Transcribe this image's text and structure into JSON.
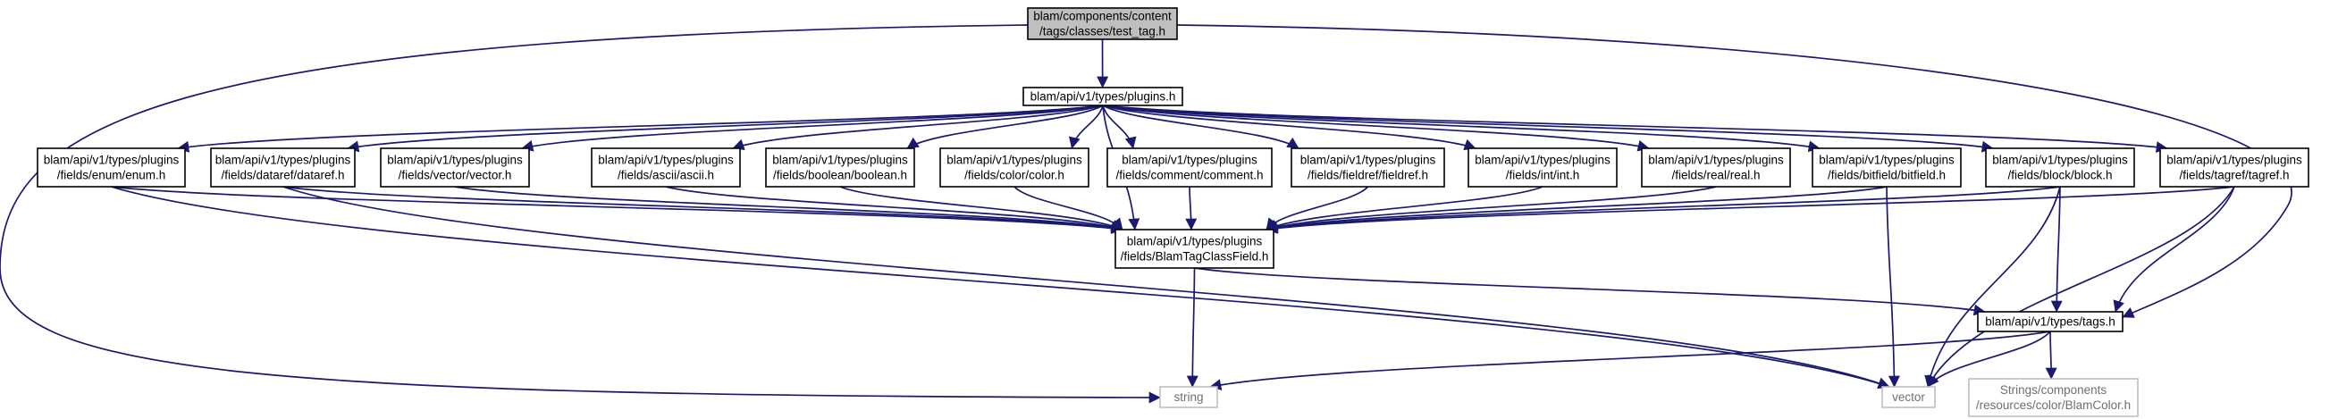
{
  "colors": {
    "edge": "#191970",
    "node_fill": "#ffffff",
    "node_border": "#000000",
    "root_fill": "#bfbfbf",
    "external_border": "#bfbfbf",
    "external_text": "#6f6f6f"
  },
  "nodes": [
    {
      "id": "test_tag",
      "kind": "root",
      "lines": [
        "blam/components/content",
        "/tags/classes/test_tag.h"
      ]
    },
    {
      "id": "plugins",
      "kind": "normal",
      "lines": [
        "blam/api/v1/types/plugins.h"
      ]
    },
    {
      "id": "enum",
      "kind": "normal",
      "lines": [
        "blam/api/v1/types/plugins",
        "/fields/enum/enum.h"
      ]
    },
    {
      "id": "dataref",
      "kind": "normal",
      "lines": [
        "blam/api/v1/types/plugins",
        "/fields/dataref/dataref.h"
      ]
    },
    {
      "id": "vector_h",
      "kind": "normal",
      "lines": [
        "blam/api/v1/types/plugins",
        "/fields/vector/vector.h"
      ]
    },
    {
      "id": "ascii",
      "kind": "normal",
      "lines": [
        "blam/api/v1/types/plugins",
        "/fields/ascii/ascii.h"
      ]
    },
    {
      "id": "boolean",
      "kind": "normal",
      "lines": [
        "blam/api/v1/types/plugins",
        "/fields/boolean/boolean.h"
      ]
    },
    {
      "id": "color",
      "kind": "normal",
      "lines": [
        "blam/api/v1/types/plugins",
        "/fields/color/color.h"
      ]
    },
    {
      "id": "comment",
      "kind": "normal",
      "lines": [
        "blam/api/v1/types/plugins",
        "/fields/comment/comment.h"
      ]
    },
    {
      "id": "fieldref",
      "kind": "normal",
      "lines": [
        "blam/api/v1/types/plugins",
        "/fields/fieldref/fieldref.h"
      ]
    },
    {
      "id": "int",
      "kind": "normal",
      "lines": [
        "blam/api/v1/types/plugins",
        "/fields/int/int.h"
      ]
    },
    {
      "id": "real",
      "kind": "normal",
      "lines": [
        "blam/api/v1/types/plugins",
        "/fields/real/real.h"
      ]
    },
    {
      "id": "bitfield",
      "kind": "normal",
      "lines": [
        "blam/api/v1/types/plugins",
        "/fields/bitfield/bitfield.h"
      ]
    },
    {
      "id": "block",
      "kind": "normal",
      "lines": [
        "blam/api/v1/types/plugins",
        "/fields/block/block.h"
      ]
    },
    {
      "id": "tagref",
      "kind": "normal",
      "lines": [
        "blam/api/v1/types/plugins",
        "/fields/tagref/tagref.h"
      ]
    },
    {
      "id": "btcf",
      "kind": "normal",
      "lines": [
        "blam/api/v1/types/plugins",
        "/fields/BlamTagClassField.h"
      ]
    },
    {
      "id": "tags",
      "kind": "normal",
      "lines": [
        "blam/api/v1/types/tags.h"
      ]
    },
    {
      "id": "string",
      "kind": "external",
      "lines": [
        "string"
      ]
    },
    {
      "id": "vector",
      "kind": "external",
      "lines": [
        "vector"
      ]
    },
    {
      "id": "blamcolor",
      "kind": "external",
      "lines": [
        "Strings/components",
        "/resources/color/BlamColor.h"
      ]
    }
  ],
  "edges": [
    [
      "test_tag",
      "plugins"
    ],
    [
      "test_tag",
      "string"
    ],
    [
      "test_tag",
      "tags"
    ],
    [
      "plugins",
      "enum"
    ],
    [
      "plugins",
      "dataref"
    ],
    [
      "plugins",
      "vector_h"
    ],
    [
      "plugins",
      "btcf"
    ],
    [
      "plugins",
      "ascii"
    ],
    [
      "plugins",
      "boolean"
    ],
    [
      "plugins",
      "color"
    ],
    [
      "plugins",
      "comment"
    ],
    [
      "plugins",
      "fieldref"
    ],
    [
      "plugins",
      "int"
    ],
    [
      "plugins",
      "real"
    ],
    [
      "plugins",
      "bitfield"
    ],
    [
      "plugins",
      "block"
    ],
    [
      "plugins",
      "tagref"
    ],
    [
      "enum",
      "btcf"
    ],
    [
      "enum",
      "vector"
    ],
    [
      "dataref",
      "btcf"
    ],
    [
      "dataref",
      "vector"
    ],
    [
      "vector_h",
      "btcf"
    ],
    [
      "ascii",
      "btcf"
    ],
    [
      "boolean",
      "btcf"
    ],
    [
      "color",
      "btcf"
    ],
    [
      "comment",
      "btcf"
    ],
    [
      "fieldref",
      "btcf"
    ],
    [
      "int",
      "btcf"
    ],
    [
      "real",
      "btcf"
    ],
    [
      "bitfield",
      "btcf"
    ],
    [
      "bitfield",
      "vector"
    ],
    [
      "block",
      "btcf"
    ],
    [
      "block",
      "tags"
    ],
    [
      "block",
      "vector"
    ],
    [
      "tagref",
      "btcf"
    ],
    [
      "tagref",
      "tags"
    ],
    [
      "tagref",
      "vector"
    ],
    [
      "btcf",
      "string"
    ],
    [
      "btcf",
      "tags"
    ],
    [
      "tags",
      "string"
    ],
    [
      "tags",
      "vector"
    ],
    [
      "tags",
      "blamcolor"
    ]
  ]
}
